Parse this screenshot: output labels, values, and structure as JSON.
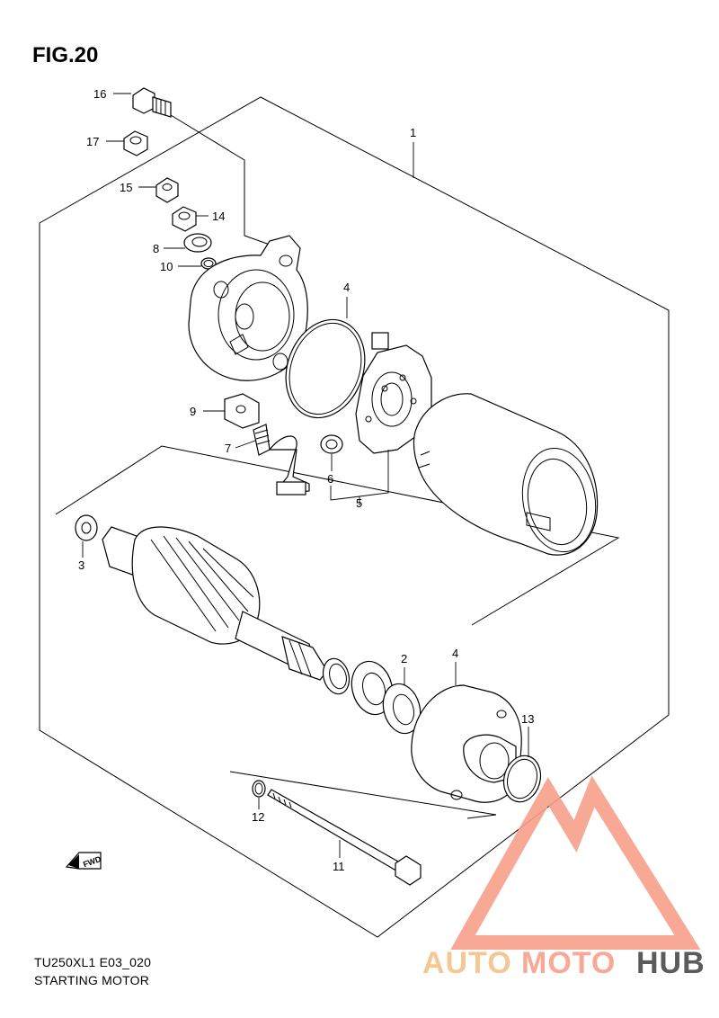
{
  "figure": {
    "title": "FIG.20",
    "model_code": "TU250XL1 E03_020",
    "caption": "STARTING MOTOR",
    "fwd_label": "FWD"
  },
  "callouts": [
    "1",
    "2",
    "3",
    "4",
    "4",
    "5",
    "6",
    "7",
    "8",
    "9",
    "10",
    "11",
    "12",
    "13",
    "14",
    "15",
    "16",
    "17"
  ],
  "watermark": {
    "brand_part1": "AUTO",
    "brand_part2": "MOTO",
    "brand_part3": "HUB",
    "color_primary": "#f7a08a",
    "color_secondary": "#f3c28a",
    "color_dark": "#4a4a4a"
  }
}
